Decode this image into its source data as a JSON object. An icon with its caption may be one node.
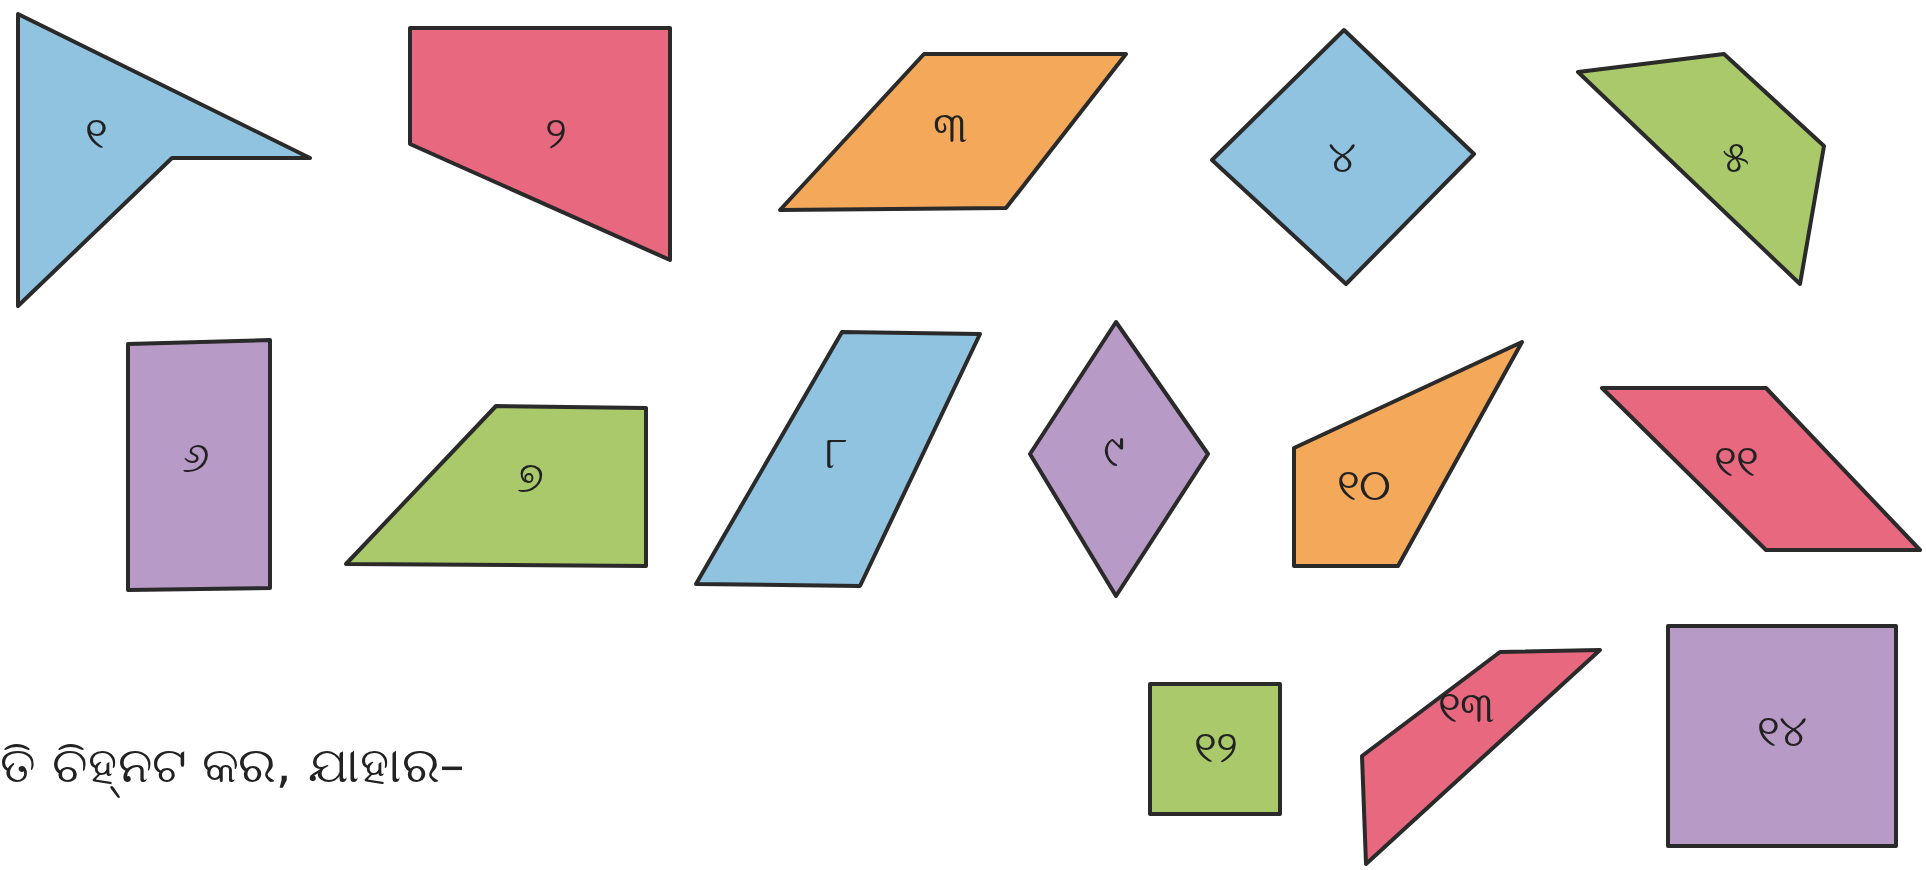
{
  "diagram": {
    "nodes": [
      {
        "text": [
          "୧"
        ]
      },
      {
        "text": [
          "୨"
        ]
      },
      {
        "text": [
          "୩"
        ]
      },
      {
        "text": [
          "୪"
        ]
      },
      {
        "text": [
          "୫"
        ]
      },
      {
        "text": [
          "୬"
        ]
      },
      {
        "text": [
          "୭"
        ]
      },
      {
        "text": [
          "୮"
        ]
      },
      {
        "text": [
          "୯"
        ]
      },
      {
        "text": [
          "୧୦"
        ]
      },
      {
        "text": [
          "୧୧"
        ]
      },
      {
        "text": [
          "୧୨"
        ]
      },
      {
        "text": [
          "୧୩"
        ]
      },
      {
        "text": [
          "୧୪"
        ]
      }
    ],
    "labels": [
      "ତି ଚିହ୍ନଟ କର, ଯାହାର–"
    ]
  }
}
